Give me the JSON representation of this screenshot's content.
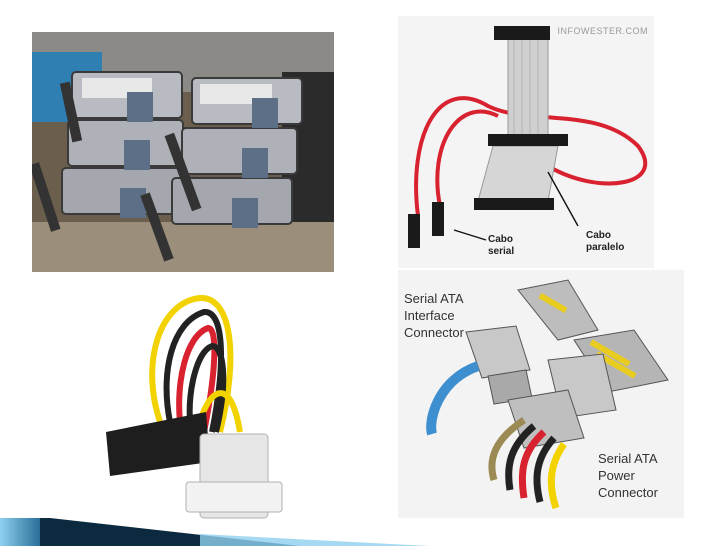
{
  "images": {
    "drives": {
      "name": "hard-drive-bays-photo"
    },
    "cables": {
      "watermark": "INFOWESTER.COM",
      "serial_label": "Cabo\nserial",
      "parallel_label": "Cabo\nparalelo"
    },
    "adapter": {
      "name": "sata-power-adapter-photo"
    },
    "connectors": {
      "interface_label": "Serial ATA\nInterface\nConnector",
      "power_label": "Serial ATA\nPower\nConnector"
    }
  },
  "colors": {
    "accent_dark": "#0b2a3f",
    "accent_light": "#8fd0ef",
    "sata_red": "#d9222f",
    "ide_gray": "#cfcfcf"
  }
}
